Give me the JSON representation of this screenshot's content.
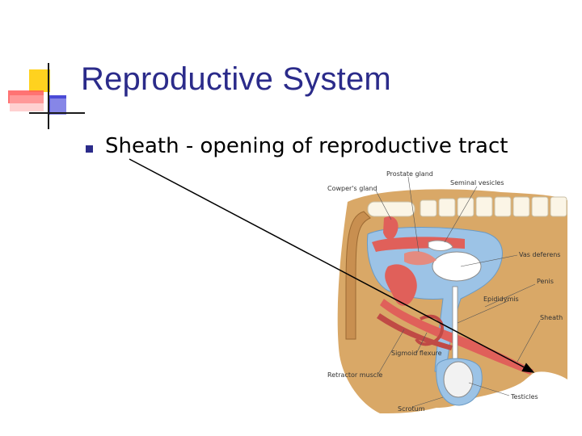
{
  "slide": {
    "title": "Reproductive System",
    "bullets": [
      {
        "text": "Sheath - opening of reproductive tract"
      }
    ]
  },
  "diagram": {
    "labels": {
      "prostate_gland": "Prostate gland",
      "cowpers_gland": "Cowper's gland",
      "seminal_vesicles": "Seminal vesicles",
      "vas_deferens": "Vas deferens",
      "penis": "Penis",
      "epididymis": "Epididymis",
      "sheath": "Sheath",
      "sigmoid_flexure": "Sigmoid flexure",
      "retractor_muscle": "Retractor muscle",
      "testicles": "Testicles",
      "scrotum": "Scrotum"
    }
  },
  "colors": {
    "title": "#2b2b8a",
    "deco_yellow": "#ffd21f",
    "deco_red": "#ff3333",
    "deco_blue": "#3333cc",
    "skin": "#d9a867",
    "peritoneum": "#9cc3e6",
    "organ_red": "#e0605a"
  }
}
